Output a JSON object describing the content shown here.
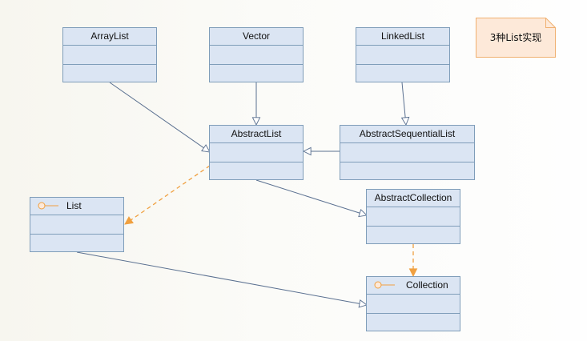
{
  "diagram": {
    "classes": {
      "arraylist": "ArrayList",
      "vector": "Vector",
      "linkedlist": "LinkedList",
      "abstractlist": "AbstractList",
      "abstractsequentiallist": "AbstractSequentialList",
      "abstractcollection": "AbstractCollection"
    },
    "interfaces": {
      "list": "List",
      "collection": "Collection"
    },
    "note": "3种List实现",
    "colors": {
      "class_fill": "#dbe5f3",
      "class_border": "#7f9db9",
      "generalization_line": "#5a7090",
      "realization_line": "#f0a040",
      "note_fill": "#fde9d9",
      "note_border": "#f0b070"
    }
  }
}
